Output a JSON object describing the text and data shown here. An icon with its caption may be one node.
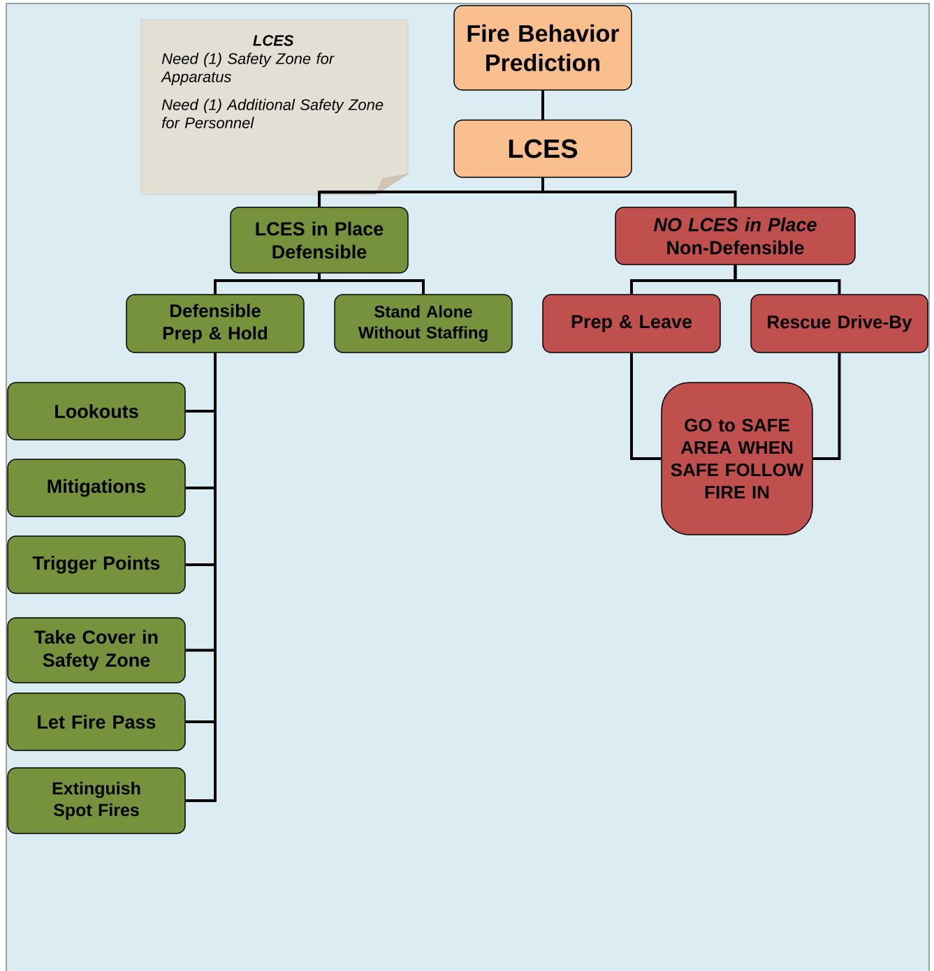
{
  "diagram": {
    "nodes": [
      {
        "text": [
          "LCES",
          "Need (1) Safety Zone for Apparatus",
          "Need (1) Additional Safety Zone for Personnel"
        ]
      },
      {
        "text": [
          "Fire Behavior Prediction"
        ]
      },
      {
        "text": [
          "LCES"
        ]
      },
      {
        "text": [
          "LCES in Place Defensible"
        ]
      },
      {
        "text": [
          "*NO LCES in Place* Non-Defensible"
        ]
      },
      {
        "text": [
          "Defensible Prep & Hold"
        ]
      },
      {
        "text": [
          "Stand Alone Without Staffing"
        ]
      },
      {
        "text": [
          "Prep & Leave"
        ]
      },
      {
        "text": [
          "Rescue Drive-By"
        ]
      },
      {
        "text": [
          "GO to SAFE AREA WHEN SAFE FOLLOW FIRE IN"
        ]
      },
      {
        "text": [
          "Lookouts"
        ]
      },
      {
        "text": [
          "Mitigations"
        ]
      },
      {
        "text": [
          "Trigger Points"
        ]
      },
      {
        "text": [
          "Take Cover in Safety Zone"
        ]
      },
      {
        "text": [
          "Let Fire Pass"
        ]
      },
      {
        "text": [
          "Extinguish Spot Fires"
        ]
      }
    ],
    "edges": [
      {
        "from": 1,
        "to": 2,
        "arrow": "none"
      },
      {
        "from": 2,
        "to": 3,
        "arrow": "none"
      },
      {
        "from": 2,
        "to": 4,
        "arrow": "none"
      },
      {
        "from": 3,
        "to": 5,
        "arrow": "none"
      },
      {
        "from": 3,
        "to": 6,
        "arrow": "none"
      },
      {
        "from": 4,
        "to": 7,
        "arrow": "none"
      },
      {
        "from": 4,
        "to": 8,
        "arrow": "none"
      },
      {
        "from": 5,
        "to": 10,
        "arrow": "none"
      },
      {
        "from": 5,
        "to": 11,
        "arrow": "none"
      },
      {
        "from": 5,
        "to": 12,
        "arrow": "none"
      },
      {
        "from": 5,
        "to": 13,
        "arrow": "none"
      },
      {
        "from": 5,
        "to": 14,
        "arrow": "none"
      },
      {
        "from": 5,
        "to": 15,
        "arrow": "none"
      },
      {
        "from": 7,
        "to": 9,
        "arrow": "none"
      },
      {
        "from": 8,
        "to": 9,
        "arrow": "none"
      }
    ]
  }
}
